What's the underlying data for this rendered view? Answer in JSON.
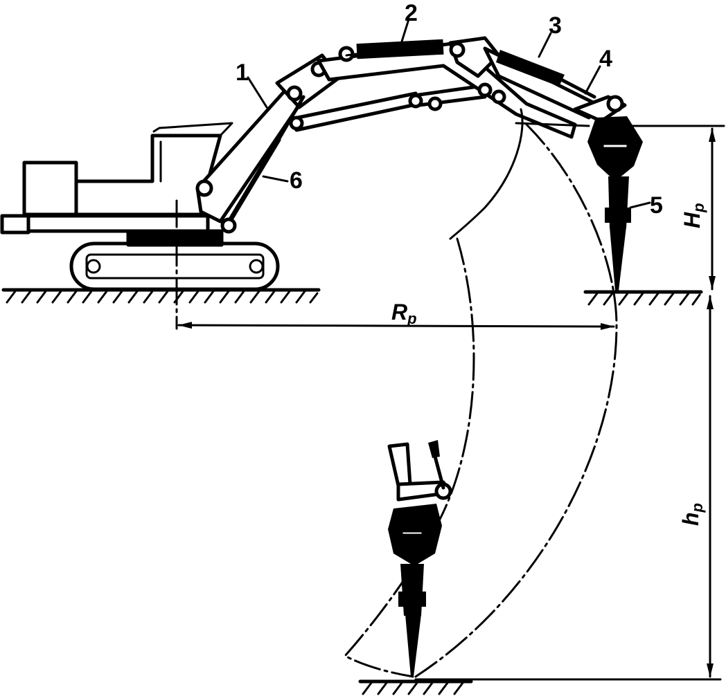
{
  "labels": {
    "boom": "1",
    "arm_cylinder": "2",
    "tool_cylinder": "3",
    "arm": "4",
    "hammer": "5",
    "boom_cylinder": "6"
  },
  "dimensions": {
    "reach": {
      "main": "R",
      "sub": "p"
    },
    "height_up": {
      "main": "H",
      "sub": "p"
    },
    "depth_down": {
      "main": "h",
      "sub": "p"
    }
  }
}
